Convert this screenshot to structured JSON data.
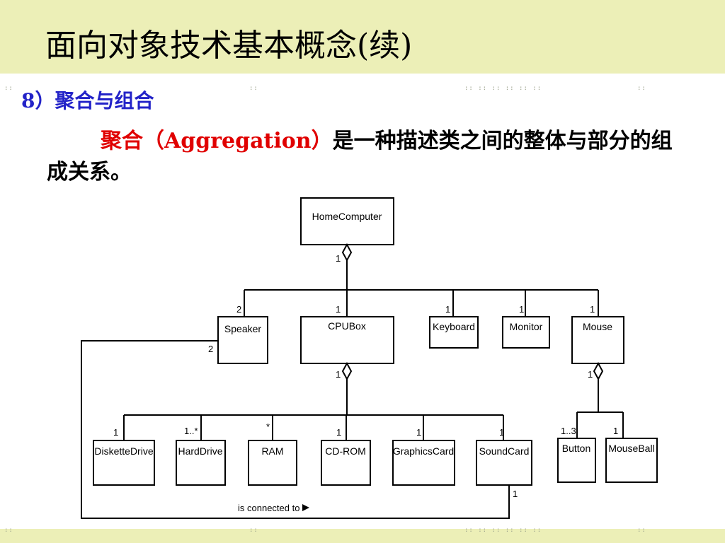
{
  "slide": {
    "title": "面向对象技术基本概念(续)",
    "heading": "8）聚合与组合",
    "para_red": "聚合（Aggregation）",
    "para_rest": "是一种描述类之间的整体与部分的组成关系。"
  },
  "diagram": {
    "classes": {
      "home": "HomeComputer",
      "speaker": "Speaker",
      "cpubox": "CPUBox",
      "keyboard": "Keyboard",
      "monitor": "Monitor",
      "mouse": "Mouse",
      "diskette": "DisketteDrive",
      "harddrive": "HardDrive",
      "ram": "RAM",
      "cdrom": "CD-ROM",
      "graphics": "GraphicsCard",
      "soundcard": "SoundCard",
      "button": "Button",
      "mouseball": "MouseBall"
    },
    "multiplicities": {
      "home_parts": "1",
      "speaker": "2",
      "speaker_link": "2",
      "cpubox": "1",
      "keyboard": "1",
      "monitor": "1",
      "mouse": "1",
      "cpubox_parts": "1",
      "diskette": "1",
      "harddrive": "1..*",
      "ram": "*",
      "cdrom": "1",
      "graphics": "1",
      "soundcard": "1",
      "mouse_parts": "1",
      "button": "1..3",
      "mouseball": "1",
      "soundcard_link": "1"
    },
    "association_label": "is connected to"
  }
}
